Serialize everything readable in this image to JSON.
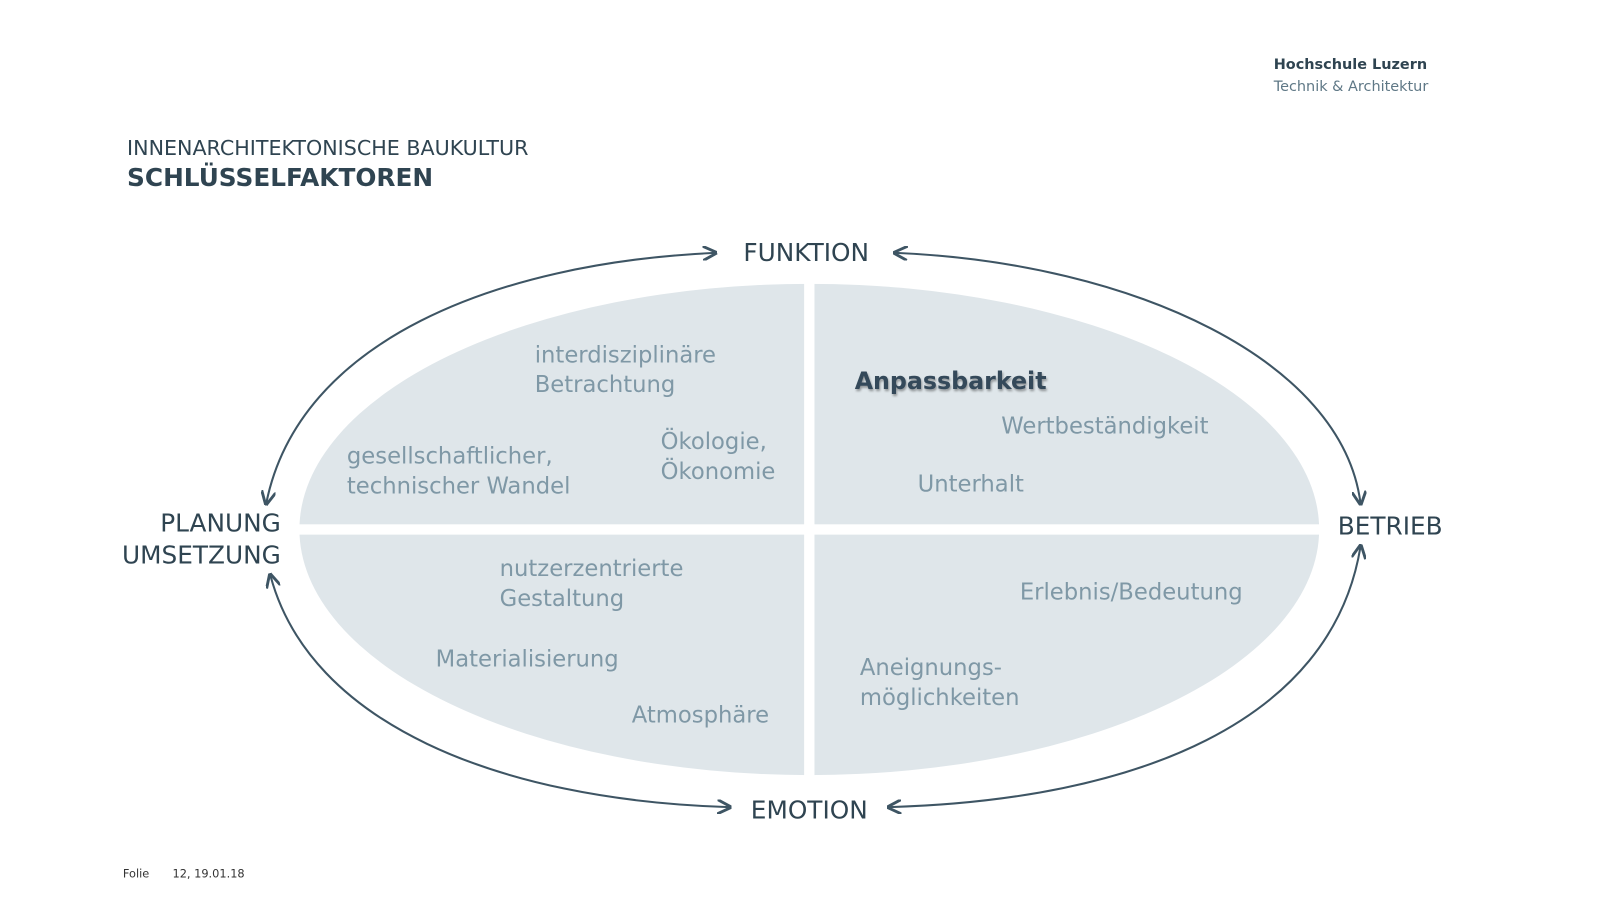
{
  "logo": {
    "line1": "Hochschule Luzern",
    "line2": "Technik & Architektur"
  },
  "title": {
    "kicker": "INNENARCHITEKTONISCHE BAUKULTUR",
    "main": "SCHLÜSSELFAKTOREN"
  },
  "axes": {
    "top": "FUNKTION",
    "bottom": "EMOTION",
    "left_line1": "PLANUNG",
    "left_line2": "UMSETZUNG",
    "right": "BETRIEB"
  },
  "quadrants": {
    "top_left": {
      "item1_line1": "interdisziplinäre",
      "item1_line2": "Betrachtung",
      "item2_line1": "gesellschaftlicher,",
      "item2_line2": "technischer Wandel",
      "item3_line1": "Ökologie,",
      "item3_line2": "Ökonomie"
    },
    "top_right": {
      "item1": "Anpassbarkeit",
      "item2": "Wertbeständigkeit",
      "item3": "Unterhalt"
    },
    "bottom_left": {
      "item1_line1": "nutzerzentrierte",
      "item1_line2": "Gestaltung",
      "item2": "Materialisierung",
      "item3": "Atmosphäre"
    },
    "bottom_right": {
      "item1": "Erlebnis/Bedeutung",
      "item2_line1": "Aneignungs-",
      "item2_line2": "möglichkeiten"
    }
  },
  "footer": {
    "label": "Folie",
    "value": "12, 19.01.18"
  },
  "colors": {
    "dark": "#2f4451",
    "muted": "#7f98a6",
    "fill": "#dfe6ea"
  }
}
